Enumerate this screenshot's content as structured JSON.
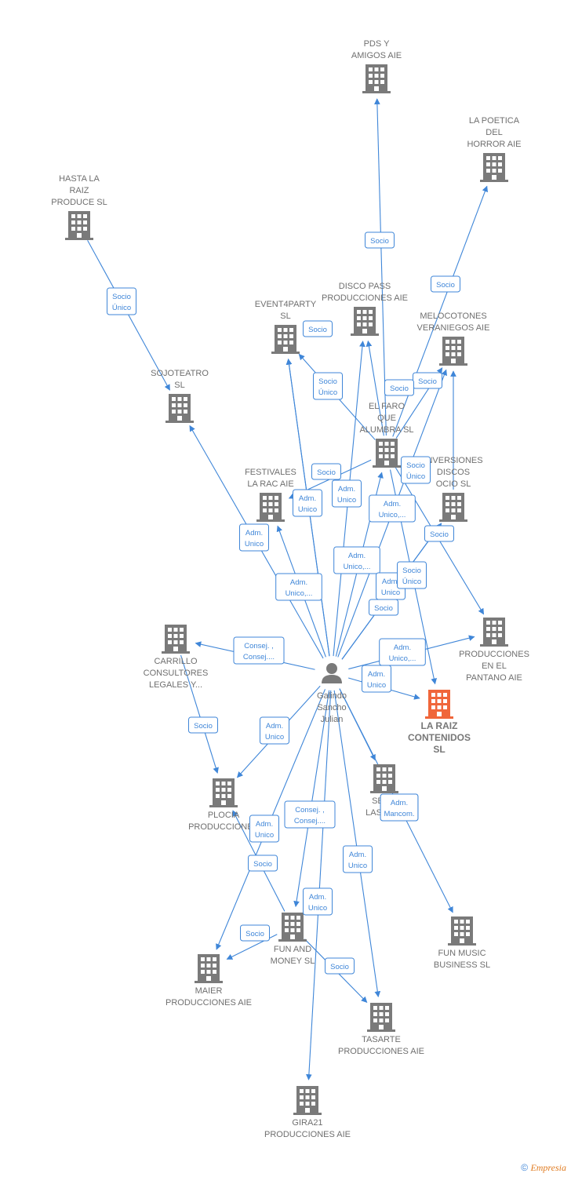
{
  "colors": {
    "edge": "#3f86d8",
    "company": "#7a7a7a",
    "focus_company": "#f0663a",
    "person": "#7a7a7a",
    "label": "#6f6f6f"
  },
  "person": {
    "id": "galindo",
    "name": [
      "Galindo",
      "Sancho",
      "Julian"
    ],
    "icon": "person-icon"
  },
  "companies": [
    {
      "id": "pds",
      "label": [
        "PDS Y",
        "AMIGOS AIE"
      ]
    },
    {
      "id": "poetica",
      "label": [
        "LA POETICA",
        "DEL",
        "HORROR AIE"
      ]
    },
    {
      "id": "hasta",
      "label": [
        "HASTA LA",
        "RAIZ",
        "PRODUCE  SL"
      ]
    },
    {
      "id": "disco",
      "label": [
        "DISCO PASS",
        "PRODUCCIONES AIE"
      ]
    },
    {
      "id": "event4",
      "label": [
        "EVENT4PARTY",
        "SL"
      ]
    },
    {
      "id": "melocotones",
      "label": [
        "MELOCOTONES",
        "VERANIEGOS AIE"
      ]
    },
    {
      "id": "sojoteatro",
      "label": [
        "SOJOTEATRO",
        "SL"
      ]
    },
    {
      "id": "elfaro",
      "label": [
        "EL FARO",
        "QUE",
        "ALUMBRA  SL"
      ]
    },
    {
      "id": "inversiones",
      "label": [
        "INVERSIONES",
        "DISCOS",
        "OCIO  SL"
      ]
    },
    {
      "id": "festivales",
      "label": [
        "FESTIVALES",
        "LA RAC AIE"
      ]
    },
    {
      "id": "carrillo",
      "label": [
        "CARRILLO",
        "CONSULTORES",
        "LEGALES Y..."
      ]
    },
    {
      "id": "pantano",
      "label": [
        "PRODUCCIONES",
        "EN EL",
        "PANTANO AIE"
      ]
    },
    {
      "id": "laraiz",
      "label": [
        "LA RAIZ",
        "CONTENIDOS",
        "SL"
      ],
      "focus": true
    },
    {
      "id": "plocia",
      "label": [
        "PLOCIA",
        "PRODUCCIONES"
      ]
    },
    {
      "id": "servicios",
      "label": [
        "SER...",
        "LAS VE..."
      ]
    },
    {
      "id": "funmusic",
      "label": [
        "FUN MUSIC",
        "BUSINESS  SL"
      ]
    },
    {
      "id": "funmoney",
      "label": [
        "FUN AND",
        "MONEY  SL"
      ]
    },
    {
      "id": "maier",
      "label": [
        "MAIER",
        "PRODUCCIONES AIE"
      ]
    },
    {
      "id": "tasarte",
      "label": [
        "TASARTE",
        "PRODUCCIONES AIE"
      ]
    },
    {
      "id": "gira21",
      "label": [
        "GIRA21",
        "PRODUCCIONES AIE"
      ]
    }
  ],
  "edges": [
    {
      "from": "elfaro",
      "to": "pds",
      "label": [
        "Socio"
      ]
    },
    {
      "from": "elfaro",
      "to": "poetica",
      "label": [
        "Socio"
      ]
    },
    {
      "from": "hasta",
      "to": "sojoteatro",
      "label": [
        "Socio",
        "Único"
      ]
    },
    {
      "from": "elfaro",
      "to": "event4",
      "label": [
        "Socio",
        "Único"
      ]
    },
    {
      "from": "galindo",
      "to": "event4",
      "label": [
        "Socio"
      ]
    },
    {
      "from": "elfaro",
      "to": "melocotones",
      "label": [
        "Socio"
      ]
    },
    {
      "from": "inversiones",
      "to": "melocotones",
      "label": [
        "Socio"
      ]
    },
    {
      "from": "elfaro",
      "to": "disco",
      "label": [
        "Socio",
        "Único"
      ]
    },
    {
      "from": "galindo",
      "to": "sojoteatro",
      "label": [
        "Adm.",
        "Unico"
      ]
    },
    {
      "from": "galindo",
      "to": "festivales",
      "label": [
        "Adm.",
        "Unico,..."
      ]
    },
    {
      "from": "elfaro",
      "to": "festivales",
      "label": [
        "Socio"
      ]
    },
    {
      "from": "galindo",
      "to": "event4",
      "label": [
        "Adm.",
        "Unico"
      ]
    },
    {
      "from": "galindo",
      "to": "disco",
      "label": [
        "Adm.",
        "Unico"
      ]
    },
    {
      "from": "galindo",
      "to": "elfaro",
      "label": [
        "Adm.",
        "Unico,..."
      ]
    },
    {
      "from": "galindo",
      "to": "melocotones",
      "label": [
        "Adm.",
        "Unico,..."
      ]
    },
    {
      "from": "galindo",
      "to": "inversiones",
      "label": [
        "Adm.",
        "Unico"
      ]
    },
    {
      "from": "elfaro",
      "to": "pantano",
      "label": [
        "Socio"
      ]
    },
    {
      "from": "elfaro",
      "to": "laraiz",
      "label": [
        "Socio",
        "Único"
      ]
    },
    {
      "from": "galindo",
      "to": "inversiones",
      "label": [
        "Socio"
      ]
    },
    {
      "from": "galindo",
      "to": "carrillo",
      "label": [
        "Consej. ,",
        "Consej...."
      ]
    },
    {
      "from": "galindo",
      "to": "pantano",
      "label": [
        "Adm.",
        "Unico,..."
      ]
    },
    {
      "from": "galindo",
      "to": "laraiz",
      "label": [
        "Adm.",
        "Unico"
      ]
    },
    {
      "from": "carrillo",
      "to": "plocia",
      "label": [
        "Socio"
      ]
    },
    {
      "from": "galindo",
      "to": "plocia",
      "label": [
        "Adm.",
        "Unico"
      ]
    },
    {
      "from": "galindo",
      "to": "servicios",
      "label": [
        "Adm.",
        "Mancom."
      ]
    },
    {
      "from": "galindo",
      "to": "funmoney",
      "label": [
        "Consej. ,",
        "Consej...."
      ]
    },
    {
      "from": "galindo",
      "to": "maier",
      "label": [
        "Adm.",
        "Unico"
      ]
    },
    {
      "from": "funmoney",
      "to": "plocia",
      "label": [
        "Socio"
      ]
    },
    {
      "from": "galindo",
      "to": "tasarte",
      "label": [
        "Adm.",
        "Unico"
      ]
    },
    {
      "from": "galindo",
      "to": "gira21",
      "label": [
        "Adm.",
        "Unico"
      ]
    },
    {
      "from": "funmoney",
      "to": "maier",
      "label": [
        "Socio"
      ]
    },
    {
      "from": "funmoney",
      "to": "tasarte",
      "label": [
        "Socio"
      ]
    },
    {
      "from": "galindo",
      "to": "funmusic",
      "label": [
        "Adm.",
        "Mancom."
      ]
    }
  ],
  "footer": {
    "copyright_symbol": "©",
    "brand": "Empresia"
  }
}
